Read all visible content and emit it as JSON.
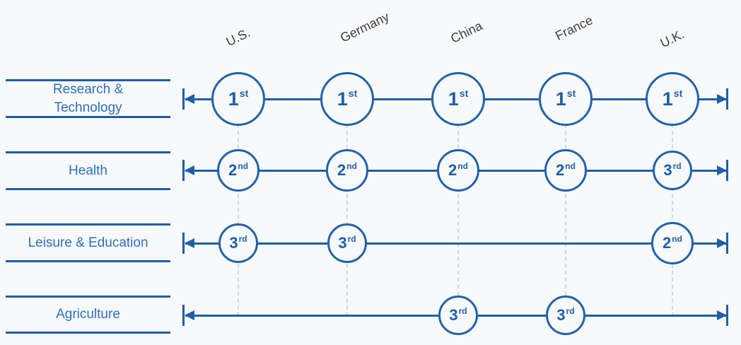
{
  "columns": [
    {
      "label": "U.S."
    },
    {
      "label": "Germany"
    },
    {
      "label": "China"
    },
    {
      "label": "France"
    },
    {
      "label": "U.K."
    }
  ],
  "rows": [
    {
      "label": "Research &\nTechnology"
    },
    {
      "label": "Health"
    },
    {
      "label": "Leisure & Education"
    },
    {
      "label": "Agriculture"
    }
  ],
  "cells": [
    {
      "row": "Research & Technology",
      "col": "U.S.",
      "num": "1",
      "suf": "st"
    },
    {
      "row": "Research & Technology",
      "col": "Germany",
      "num": "1",
      "suf": "st"
    },
    {
      "row": "Research & Technology",
      "col": "China",
      "num": "1",
      "suf": "st"
    },
    {
      "row": "Research & Technology",
      "col": "France",
      "num": "1",
      "suf": "st"
    },
    {
      "row": "Research & Technology",
      "col": "U.K.",
      "num": "1",
      "suf": "st"
    },
    {
      "row": "Health",
      "col": "U.S.",
      "num": "2",
      "suf": "nd"
    },
    {
      "row": "Health",
      "col": "Germany",
      "num": "2",
      "suf": "nd"
    },
    {
      "row": "Health",
      "col": "China",
      "num": "2",
      "suf": "nd"
    },
    {
      "row": "Health",
      "col": "France",
      "num": "2",
      "suf": "nd"
    },
    {
      "row": "Health",
      "col": "U.K.",
      "num": "3",
      "suf": "rd"
    },
    {
      "row": "Leisure & Education",
      "col": "U.S.",
      "num": "3",
      "suf": "rd"
    },
    {
      "row": "Leisure & Education",
      "col": "Germany",
      "num": "3",
      "suf": "rd"
    },
    {
      "row": "Leisure & Education",
      "col": "U.K.",
      "num": "2",
      "suf": "nd"
    },
    {
      "row": "Agriculture",
      "col": "China",
      "num": "3",
      "suf": "rd"
    },
    {
      "row": "Agriculture",
      "col": "France",
      "num": "3",
      "suf": "rd"
    }
  ],
  "colors": {
    "accent_line": "#1f5ea8",
    "circle_stroke": "#2062ab",
    "circle_text": "#1e5fa9",
    "row_label_text": "#2d70c0",
    "column_label_text": "#3e3e3e",
    "dashed_connector": "#c8daf0",
    "background": "#f8f9fa"
  },
  "chart_data": {
    "type": "table",
    "title": "",
    "columns": [
      "U.S.",
      "Germany",
      "China",
      "France",
      "U.K."
    ],
    "rows": [
      "Research & Technology",
      "Health",
      "Leisure & Education",
      "Agriculture"
    ],
    "values": [
      [
        "1st",
        "1st",
        "1st",
        "1st",
        "1st"
      ],
      [
        "2nd",
        "2nd",
        "2nd",
        "2nd",
        "3rd"
      ],
      [
        "3rd",
        "3rd",
        null,
        null,
        "2nd"
      ],
      [
        null,
        null,
        "3rd",
        "3rd",
        null
      ]
    ],
    "notes": "Ranking chart: circles sized by rank (1st largest) placed on horizontal axes with outward arrows; dashed vertical connectors per country column."
  }
}
